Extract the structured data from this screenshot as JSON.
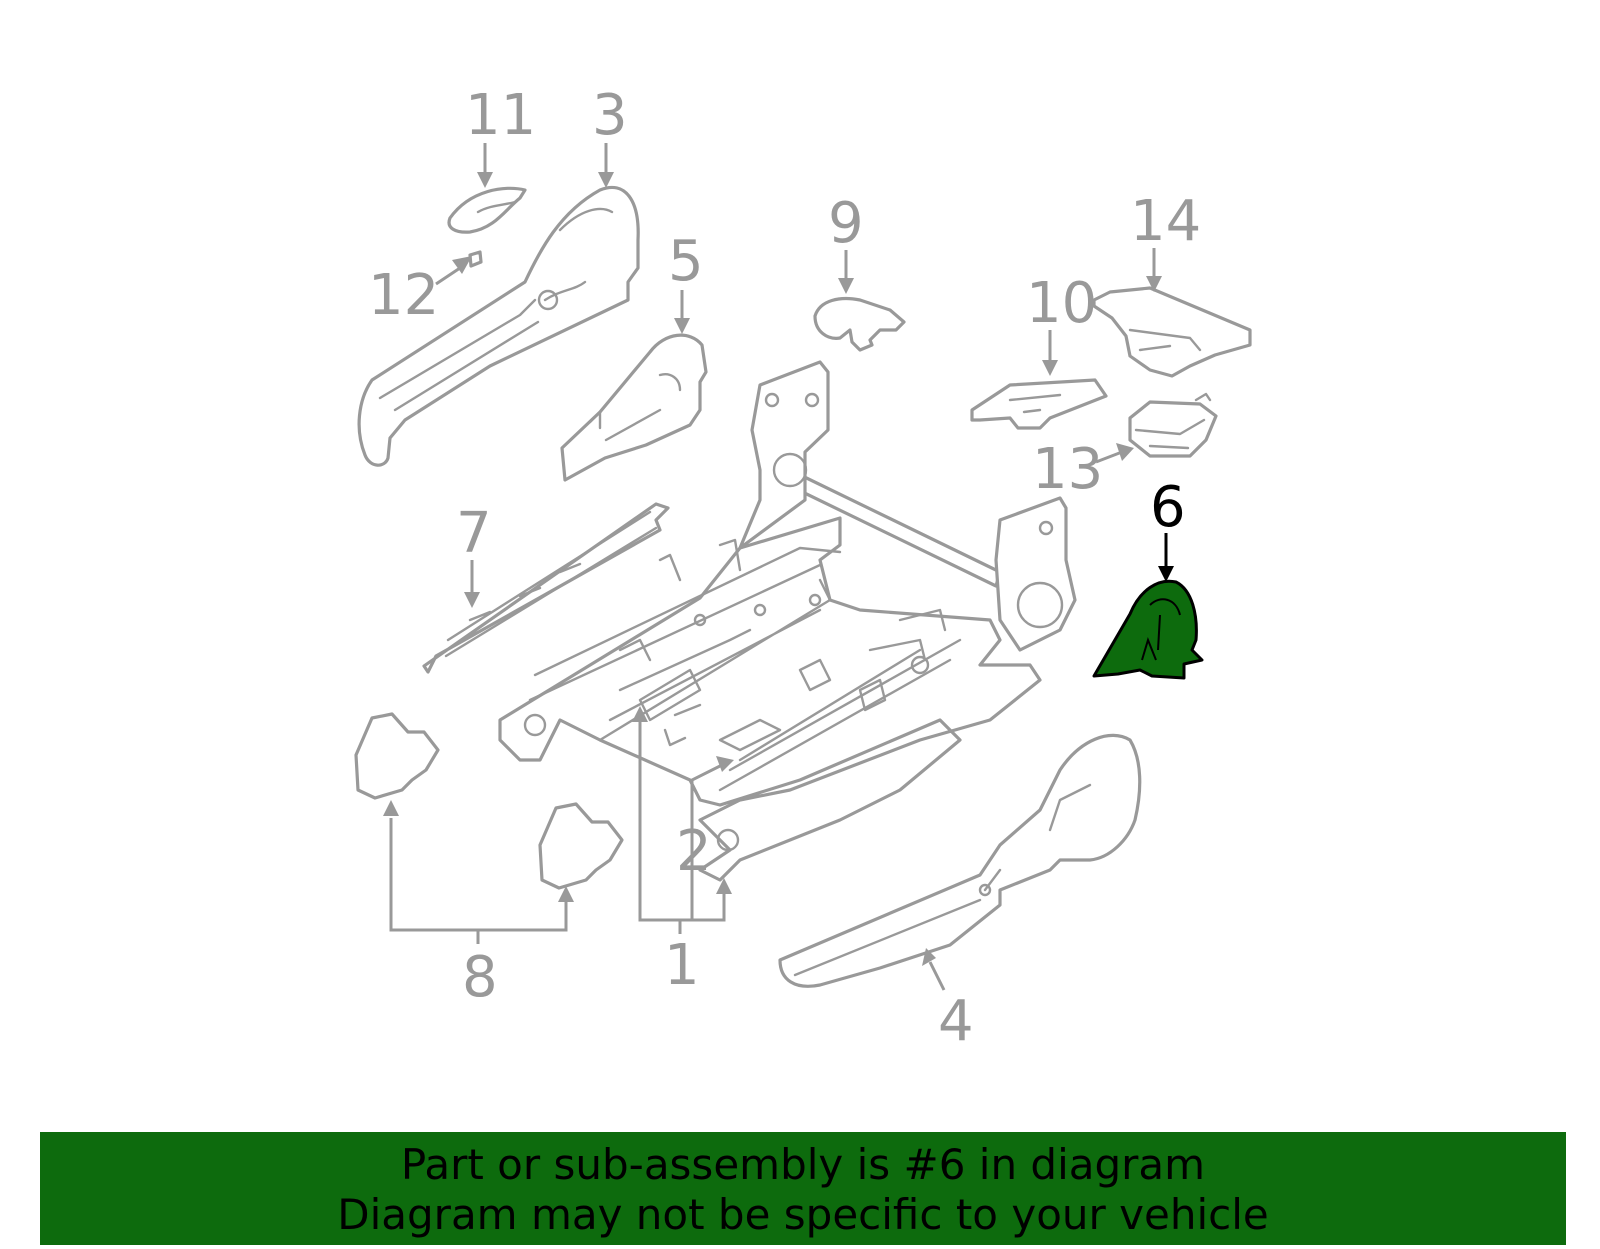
{
  "callouts": {
    "c1": "1",
    "c2": "2",
    "c3": "3",
    "c4": "4",
    "c5": "5",
    "c6": "6",
    "c7": "7",
    "c8": "8",
    "c9": "9",
    "c10": "10",
    "c11": "11",
    "c12": "12",
    "c13": "13",
    "c14": "14"
  },
  "highlighted_part": "6",
  "colors": {
    "highlight_fill": "#0d6b0d",
    "line_gray": "#999999",
    "banner_bg": "#0d6b0d",
    "banner_text": "#000000"
  },
  "banner": {
    "line1": "Part or sub-assembly is #6 in diagram",
    "line2": "Diagram may not be specific to your vehicle"
  }
}
